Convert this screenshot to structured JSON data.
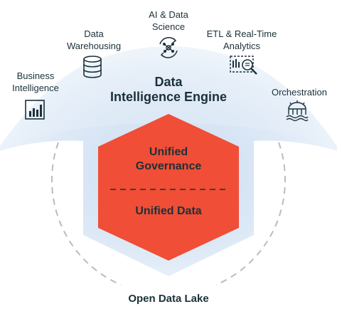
{
  "diagram": {
    "outer_ring_label": "Open Data Lake",
    "engine_title": "Data\nIntelligence Engine",
    "core": {
      "top_label": "Unified\nGovernance",
      "bottom_label": "Unified Data",
      "fill_color": "#f04e36"
    },
    "colors": {
      "glow": "#dbe7f5",
      "ring_dash": "#b8bcc0",
      "text": "#1b3139"
    },
    "workloads": [
      {
        "label": "Business\nIntelligence",
        "icon": "bar-chart-icon"
      },
      {
        "label": "Data\nWarehousing",
        "icon": "database-icon"
      },
      {
        "label": "AI & Data\nScience",
        "icon": "network-cycle-icon"
      },
      {
        "label": "ETL & Real-Time\nAnalytics",
        "icon": "analytics-magnifier-icon"
      },
      {
        "label": "Orchestration",
        "icon": "orchestration-icon"
      }
    ]
  }
}
